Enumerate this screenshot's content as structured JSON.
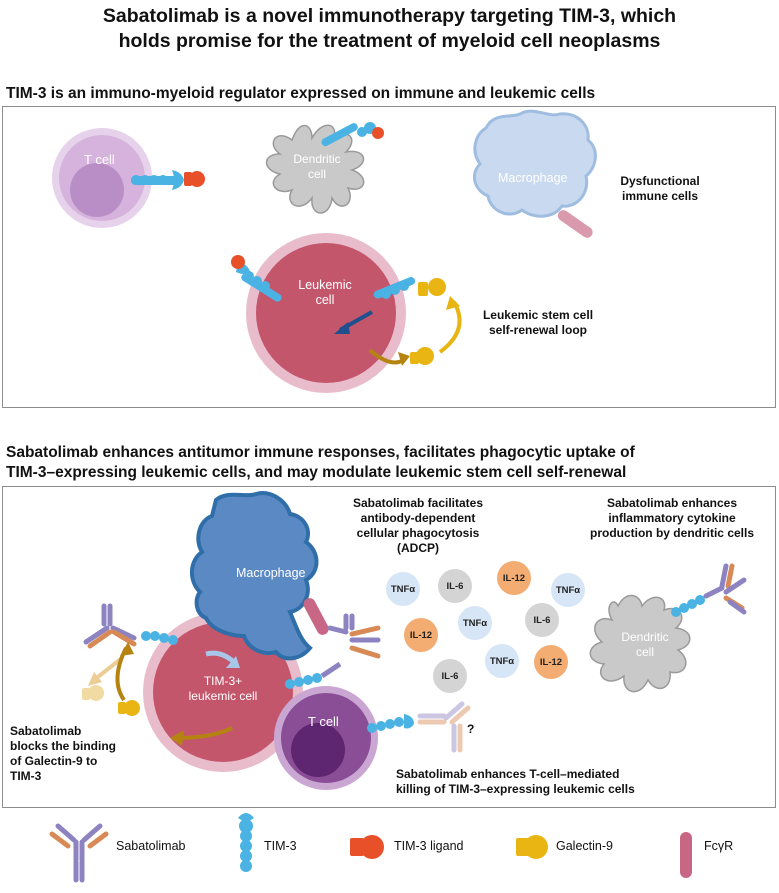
{
  "title_line1": "Sabatolimab is a novel immunotherapy targeting TIM-3, which",
  "title_line2": "holds promise for the treatment of myeloid cell neoplasms",
  "top": {
    "heading": "TIM-3 is an immuno-myeloid regulator expressed on immune and leukemic cells",
    "t_cell": "T cell",
    "dendritic_line1": "Dendritic",
    "dendritic_line2": "cell",
    "macrophage": "Macrophage",
    "dysfunctional_line1": "Dysfunctional",
    "dysfunctional_line2": "immune cells",
    "leukemic_line1": "Leukemic",
    "leukemic_line2": "cell",
    "loop_line1": "Leukemic stem cell",
    "loop_line2": "self-renewal loop"
  },
  "bottom": {
    "heading_line1": "Sabatolimab enhances antitumor immune responses, facilitates phagocytic uptake of",
    "heading_line2": "TIM-3–expressing leukemic cells, and may modulate leukemic stem cell self-renewal",
    "adcp_line1": "Sabatolimab facilitates",
    "adcp_line2": "antibody-dependent",
    "adcp_line3": "cellular phagocytosis",
    "adcp_line4": "(ADCP)",
    "cytokine_line1": "Sabatolimab enhances",
    "cytokine_line2": "inflammatory cytokine",
    "cytokine_line3": "production by dendritic cells",
    "macrophage": "Macrophage",
    "tim3_leuk_line1": "TIM-3+",
    "tim3_leuk_line2": "leukemic cell",
    "t_cell": "T cell",
    "dendritic_line1": "Dendritic",
    "dendritic_line2": "cell",
    "question": "?",
    "blocks_line1": "Sabatolimab",
    "blocks_line2": "blocks the binding",
    "blocks_line3": "of Galectin-9 to",
    "blocks_line4": "TIM-3",
    "killing_line1": "Sabatolimab enhances T-cell–mediated",
    "killing_line2": "killing of TIM-3–expressing leukemic cells",
    "cytokines": [
      {
        "label": "TNFα",
        "color": "#d6e6f6"
      },
      {
        "label": "IL-6",
        "color": "#d4d4d4"
      },
      {
        "label": "IL-12",
        "color": "#f3ad72"
      },
      {
        "label": "TNFα",
        "color": "#d6e6f6"
      },
      {
        "label": "IL-12",
        "color": "#f3ad72"
      },
      {
        "label": "TNFα",
        "color": "#d6e6f6"
      },
      {
        "label": "IL-6",
        "color": "#d4d4d4"
      },
      {
        "label": "TNFα",
        "color": "#d6e6f6"
      },
      {
        "label": "IL-12",
        "color": "#f3ad72"
      },
      {
        "label": "IL-6",
        "color": "#d4d4d4"
      }
    ]
  },
  "legend": {
    "sabatolimab": "Sabatolimab",
    "tim3": "TIM-3",
    "tim3_ligand": "TIM-3 ligand",
    "galectin9": "Galectin-9",
    "fcgr": "FcγR"
  },
  "colors": {
    "tim3": "#4ab3e4",
    "ligand": "#e8502a",
    "galectin": "#e8b513",
    "fcgr": "#c86686",
    "macrophage_active": "#5b89c4",
    "leukemic": "#c4566c",
    "t_cell": "#a968a8"
  }
}
